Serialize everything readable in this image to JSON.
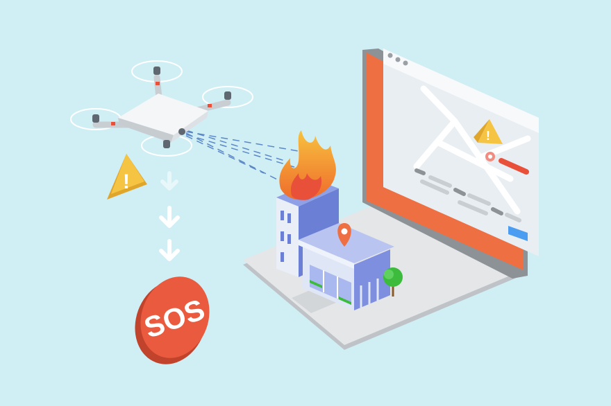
{
  "scene": {
    "background": "#cfeff4",
    "sos_label": "SOS",
    "warning_symbol": "!",
    "icons": [
      "drone-icon",
      "warning-icon",
      "down-arrow-icon",
      "sos-badge",
      "laptop-icon",
      "map-window",
      "location-pin-icon",
      "fire-icon",
      "building-icon",
      "tree-icon"
    ],
    "colors": {
      "accent_orange": "#ee6f42",
      "sos_red": "#ea5a3e",
      "warning_yellow": "#f6c443",
      "building_blue": "#6b7fd4",
      "laptop_gray": "#d9dcdf",
      "map_button_blue": "#4a9df0",
      "tree_green": "#3dbb3d"
    }
  }
}
